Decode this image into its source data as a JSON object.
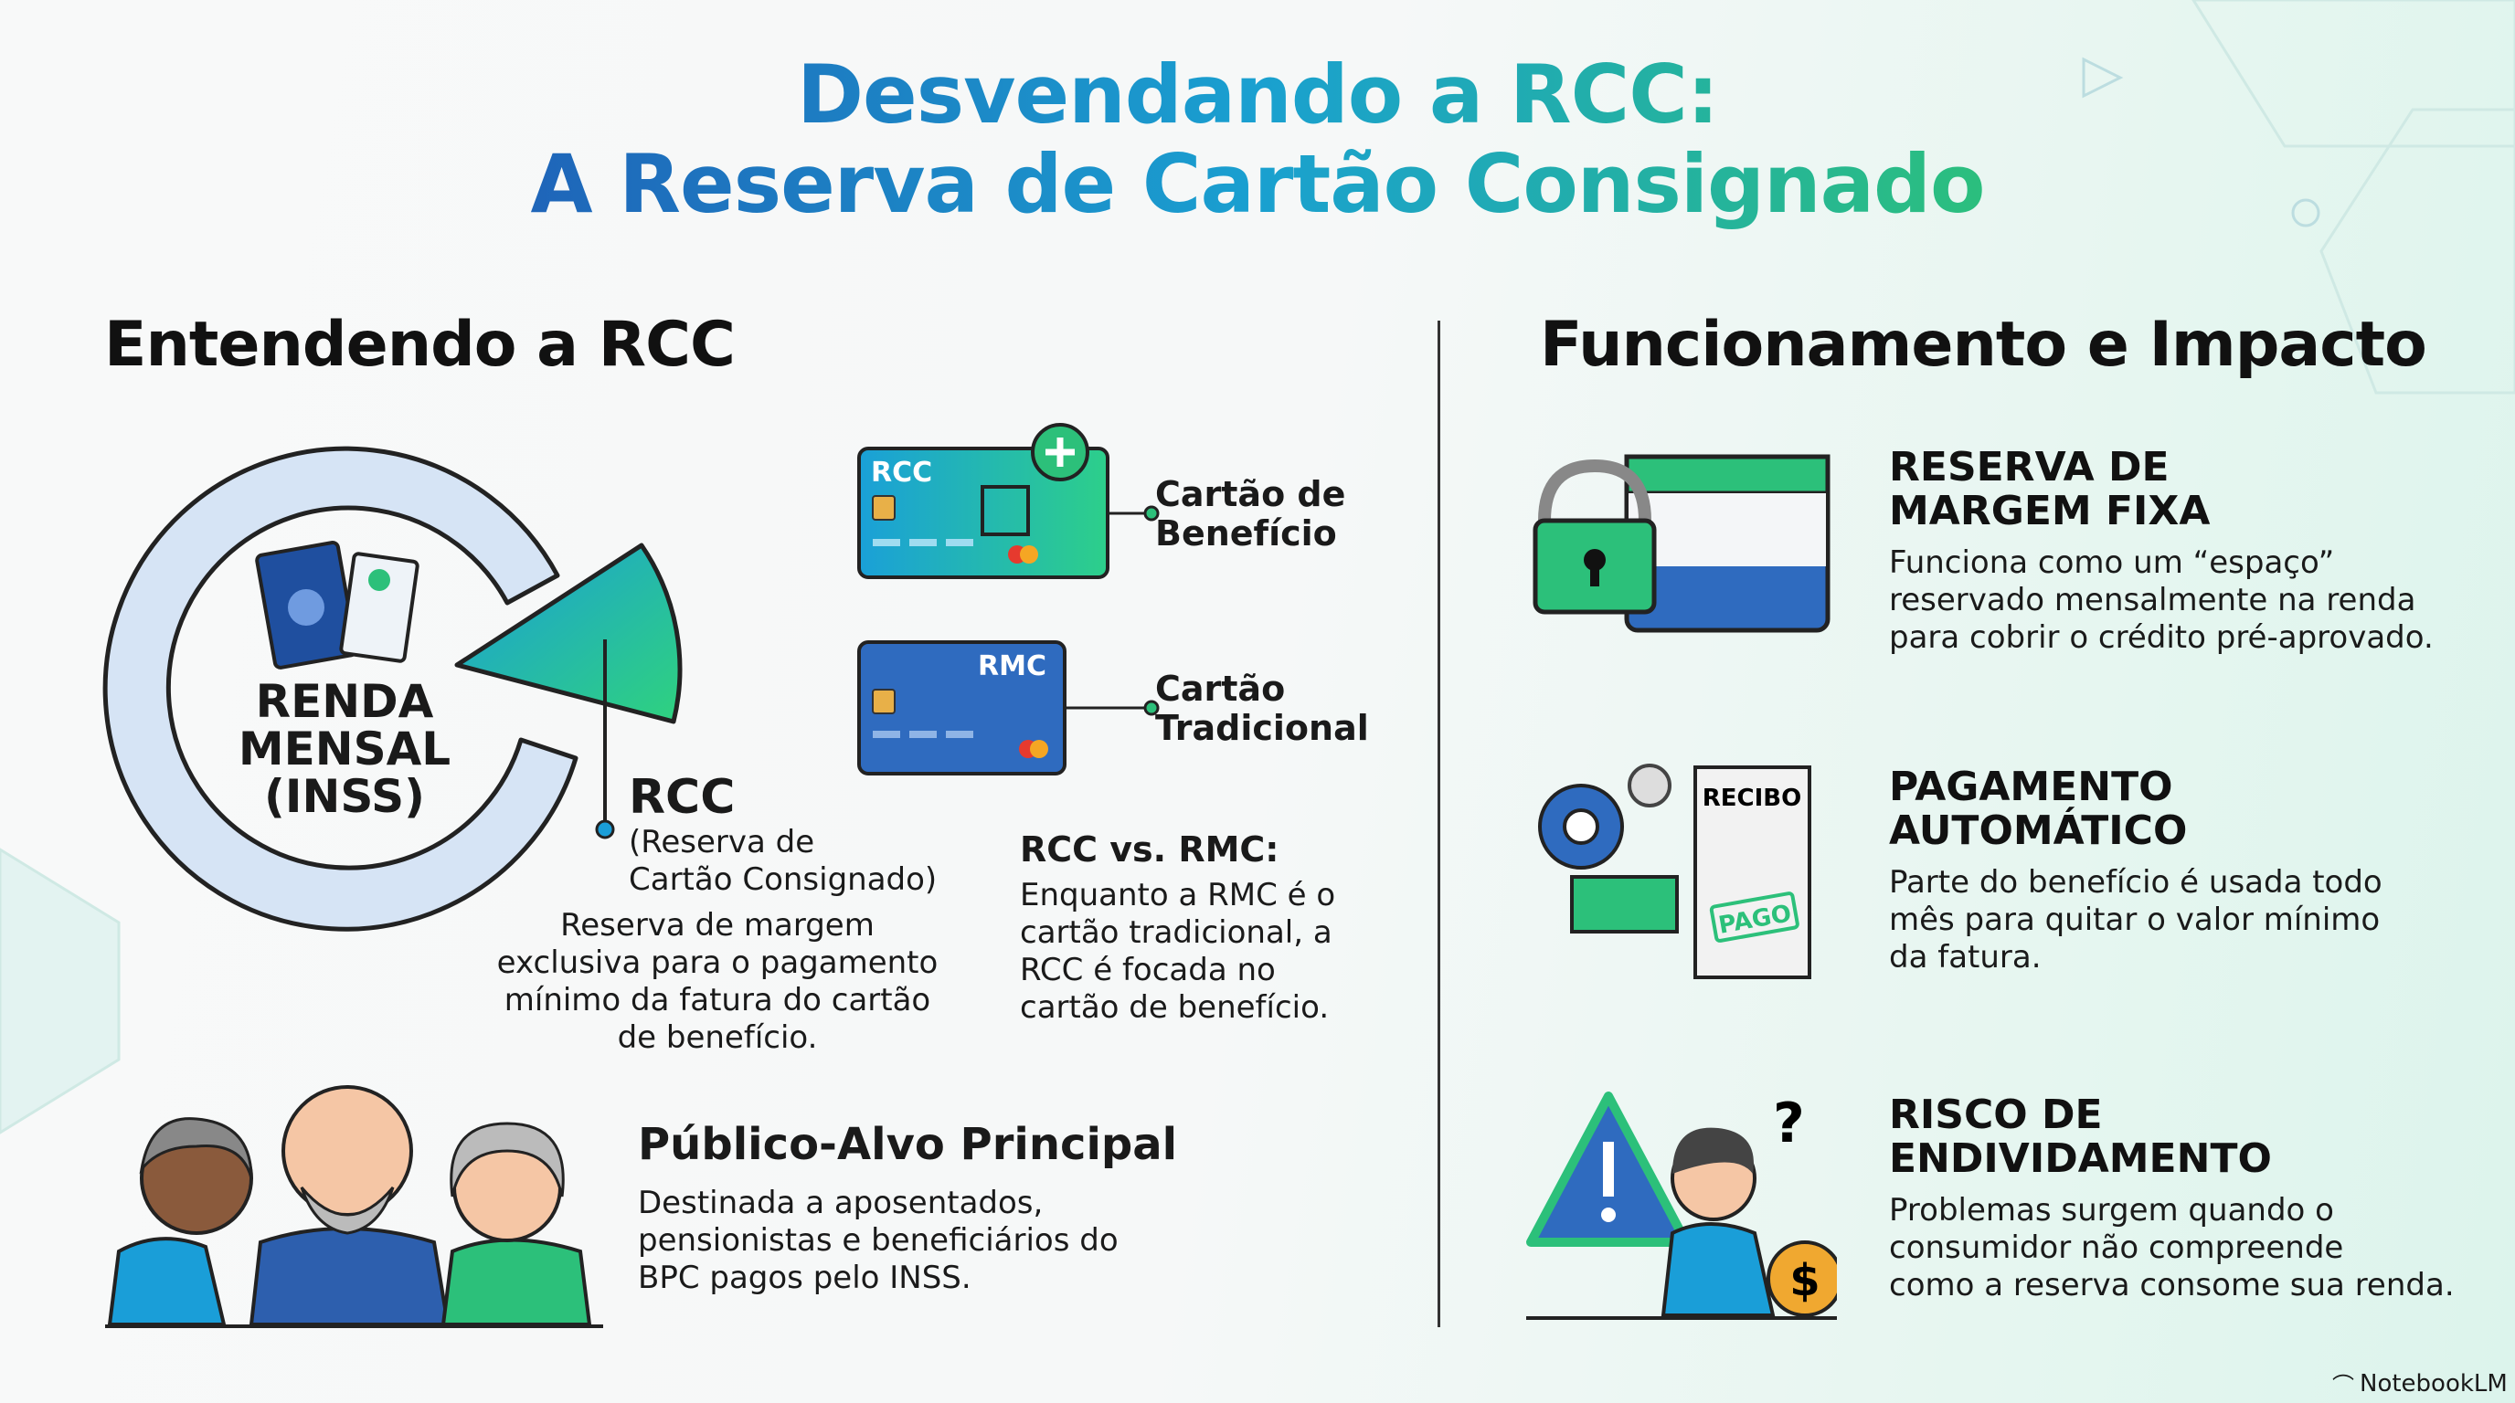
{
  "title": {
    "line1": "Desvendando a RCC:",
    "line2": "A Reserva de Cartão Consignado"
  },
  "left": {
    "heading": "Entendendo a RCC",
    "ring": {
      "line1": "RENDA",
      "line2": "MENSAL",
      "line3": "(INSS)"
    },
    "rcc": {
      "label": "RCC",
      "sub1": "(Reserva de",
      "sub2": "Cartão Consignado)",
      "desc": [
        "Reserva de margem",
        "exclusiva para o pagamento",
        "mínimo da fatura do cartão",
        "de benefício."
      ]
    },
    "cards": [
      {
        "chip_label": "RCC",
        "caption1": "Cartão de",
        "caption2": "Benefício",
        "icon": "shopping-bag-plus-icon"
      },
      {
        "chip_label": "RMC",
        "caption1": "Cartão",
        "caption2": "Tradicional"
      }
    ],
    "compare": {
      "heading": "RCC vs. RMC:",
      "body": [
        "Enquanto a RMC é o",
        "cartão tradicional, a",
        "RCC é focada no",
        "cartão de benefício."
      ]
    },
    "audience": {
      "heading": "Público-Alvo Principal",
      "body": [
        "Destinada a aposentados,",
        "pensionistas e beneficiários do",
        "BPC pagos pelo INSS."
      ]
    }
  },
  "right": {
    "heading": "Funcionamento e Impacto",
    "items": [
      {
        "title1": "RESERVA DE",
        "title2": "MARGEM FIXA",
        "body": [
          "Funciona como um “espaço”",
          "reservado mensalmente na renda",
          "para cobrir o crédito pré-aprovado."
        ],
        "icon": "lock-calendar-icon"
      },
      {
        "title1": "PAGAMENTO",
        "title2": "AUTOMÁTICO",
        "body": [
          "Parte do benefício é usada todo",
          "mês para quitar o valor mínimo",
          "da fatura."
        ],
        "icon": "gear-receipt-icon",
        "receipt_label": "RECIBO",
        "stamp": "PAGO"
      },
      {
        "title1": "RISCO DE",
        "title2": "ENDIVIDAMENTO",
        "body": [
          "Problemas surgem quando o",
          "consumidor não compreende",
          "como a reserva consome sua renda."
        ],
        "icon": "warning-person-icon"
      }
    ]
  },
  "brand": "NotebookLM",
  "colors": {
    "blue": "#1f63b8",
    "teal": "#1aa0d0",
    "green": "#2cc07a"
  }
}
